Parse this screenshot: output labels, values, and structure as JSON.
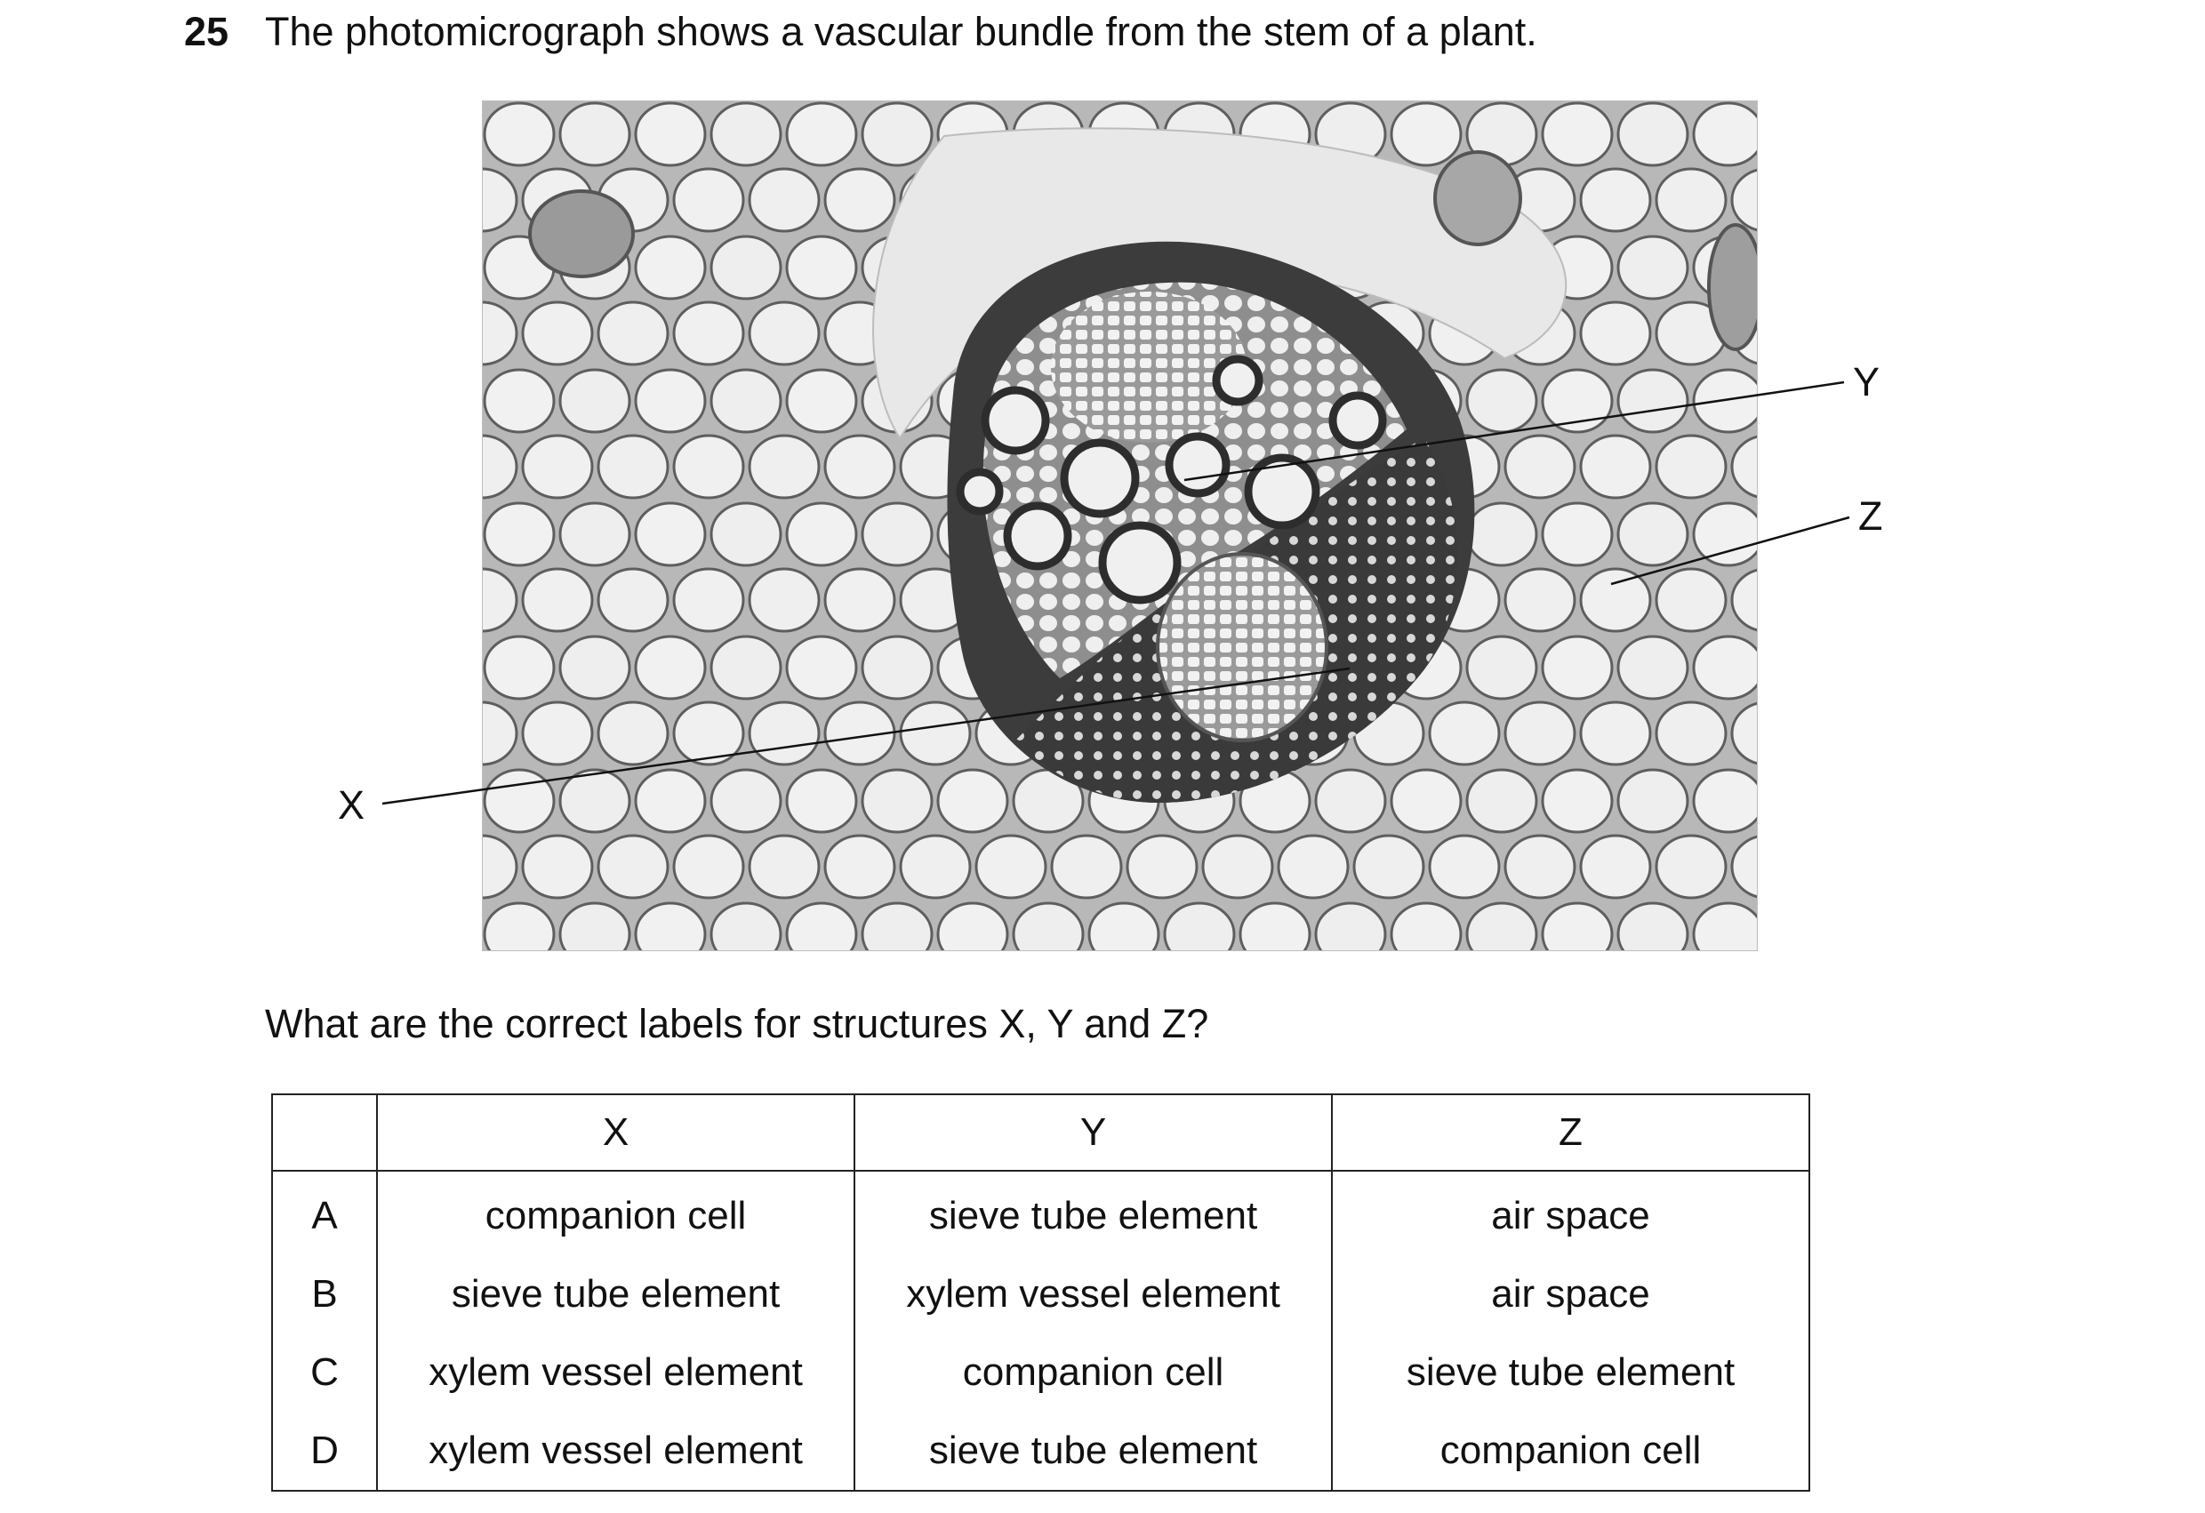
{
  "question": {
    "number": "25",
    "text": "The photomicrograph shows a vascular bundle from the stem of a plant.",
    "prompt": "What are the correct labels for structures X, Y and Z?"
  },
  "figure": {
    "labels": {
      "x": "X",
      "y": "Y",
      "z": "Z"
    }
  },
  "table": {
    "headers": [
      "",
      "X",
      "Y",
      "Z"
    ],
    "rows": [
      {
        "key": "A",
        "x": "companion cell",
        "y": "sieve tube element",
        "z": "air space"
      },
      {
        "key": "B",
        "x": "sieve tube element",
        "y": "xylem vessel element",
        "z": "air space"
      },
      {
        "key": "C",
        "x": "xylem vessel element",
        "y": "companion cell",
        "z": "sieve tube element"
      },
      {
        "key": "D",
        "x": "xylem vessel element",
        "y": "sieve tube element",
        "z": "companion cell"
      }
    ]
  }
}
